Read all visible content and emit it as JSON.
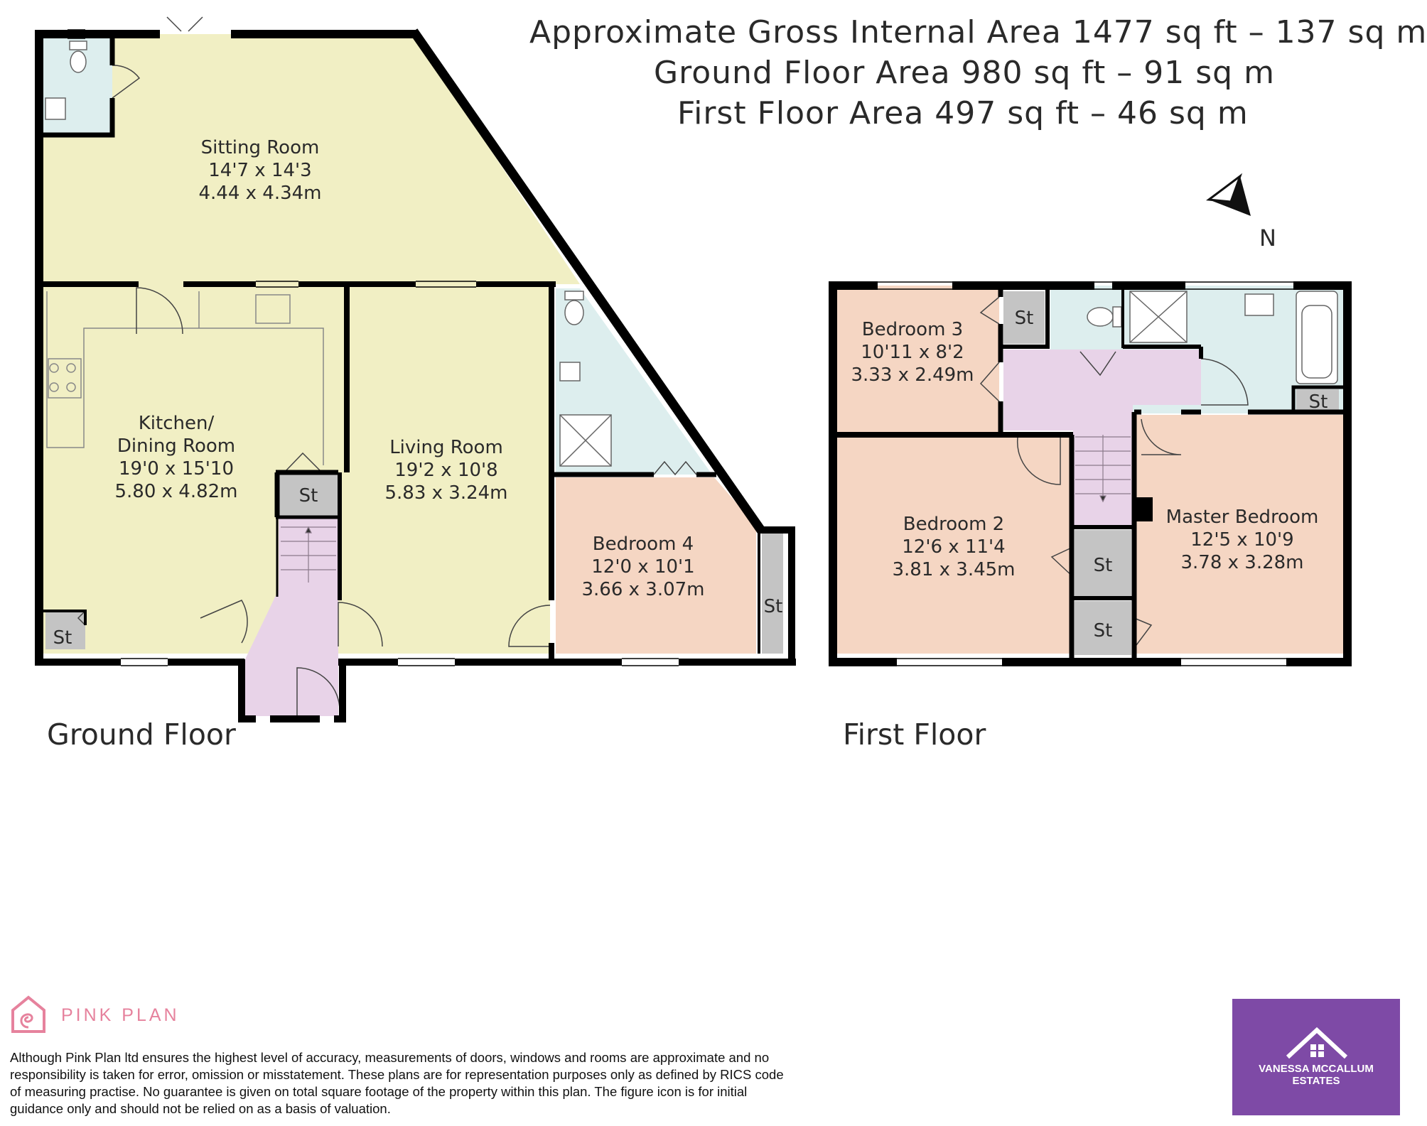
{
  "areas": {
    "gross": "Approximate Gross Internal Area 1477 sq ft – 137 sq m",
    "ground": "Ground Floor Area 980 sq ft – 91 sq m",
    "first": "First Floor Area 497 sq ft – 46 sq m"
  },
  "compass_label": "N",
  "floors": {
    "ground_title": "Ground Floor",
    "first_title": "First Floor"
  },
  "rooms": {
    "sitting": {
      "name": "Sitting Room",
      "imperial": "14'7 x 14'3",
      "metric": "4.44 x 4.34m"
    },
    "kitchen": {
      "name1": "Kitchen/",
      "name2": "Dining Room",
      "imperial": "19'0 x 15'10",
      "metric": "5.80 x 4.82m"
    },
    "living": {
      "name": "Living Room",
      "imperial": "19'2 x 10'8",
      "metric": "5.83 x 3.24m"
    },
    "bed4": {
      "name": "Bedroom 4",
      "imperial": "12'0 x 10'1",
      "metric": "3.66 x 3.07m"
    },
    "bed3": {
      "name": "Bedroom 3",
      "imperial": "10'11 x 8'2",
      "metric": "3.33 x 2.49m"
    },
    "bed2": {
      "name": "Bedroom 2",
      "imperial": "12'6 x 11'4",
      "metric": "3.81 x 3.45m"
    },
    "master": {
      "name": "Master Bedroom",
      "imperial": "12'5 x 10'9",
      "metric": "3.78 x 3.28m"
    }
  },
  "storage_label": "St",
  "colors": {
    "reception": "#f1efc4",
    "bedroom": "#f5d6c3",
    "wet": "#ddeeee",
    "circulation": "#e8d3e8",
    "storage": "#c4c4c4",
    "wall": "#000000",
    "pink_brand": "#e6829d",
    "estate_purple": "#7e4aa6"
  },
  "branding": {
    "pink_plan": "PINK PLAN",
    "estate_line1": "VANESSA MCCALLUM",
    "estate_line2": "ESTATES"
  },
  "disclaimer": "Although Pink Plan ltd ensures the highest level of accuracy, measurements of doors, windows and rooms are approximate and no responsibility is taken for error, omission or misstatement. These plans are for representation purposes only as defined by RICS code of measuring practise. No guarantee is given on total square footage of the property within this plan. The figure icon is for initial guidance only and should not be relied on as a basis of valuation."
}
